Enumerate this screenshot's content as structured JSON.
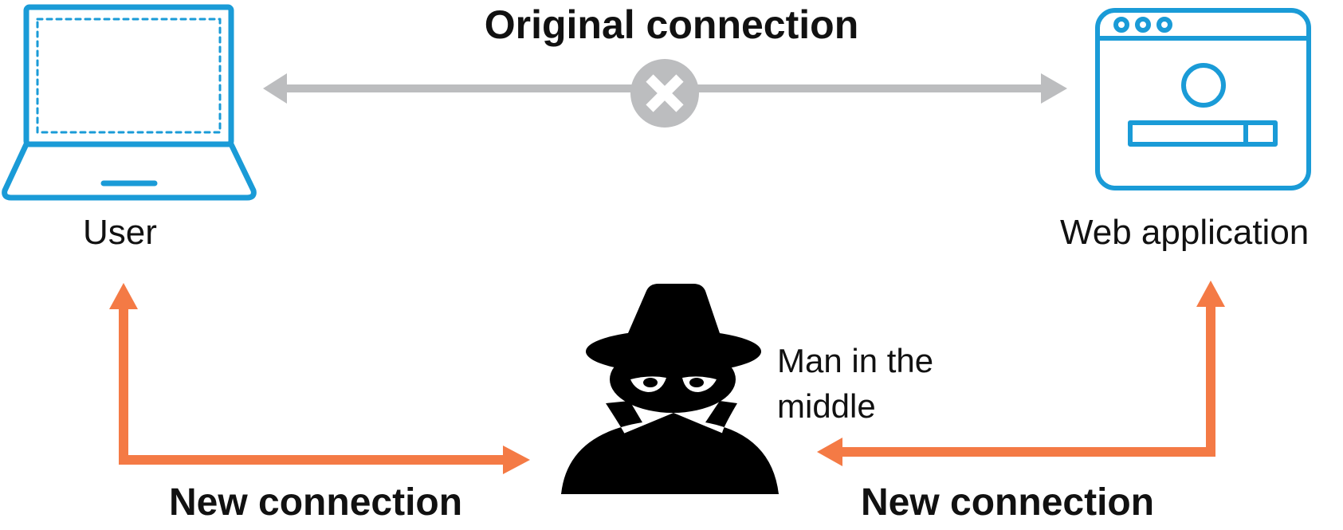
{
  "title": "Original connection",
  "nodes": {
    "user": {
      "label": "User",
      "icon": "laptop-icon"
    },
    "web_app": {
      "label": "Web application",
      "icon": "browser-window-icon"
    },
    "attacker": {
      "label": "Man in the middle",
      "icon": "spy-icon"
    }
  },
  "connections": {
    "original": {
      "status_icon": "blocked-x-icon"
    },
    "new_left": {
      "label": "New connection"
    },
    "new_right": {
      "label": "New connection"
    }
  },
  "colors": {
    "device_blue": "#1a9bd7",
    "original_gray": "#bcbdbf",
    "new_orange": "#f47a45",
    "attacker_black": "#000000",
    "text": "#111111"
  }
}
